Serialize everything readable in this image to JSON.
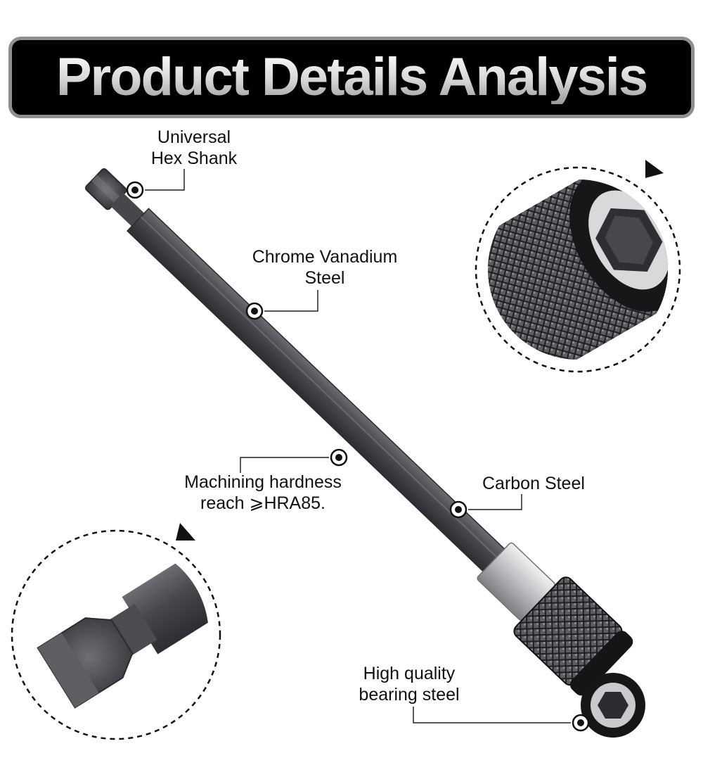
{
  "banner": {
    "title": "Product Details Analysis"
  },
  "callouts": {
    "hex_shank": {
      "line1": "Universal",
      "line2": "Hex Shank"
    },
    "chrome_vanadium": {
      "line1": "Chrome Vanadium",
      "line2": "Steel"
    },
    "machining_hardness": {
      "line1": "Machining hardness",
      "line2": "reach ⩾HRA85."
    },
    "carbon_steel": {
      "line1": "Carbon Steel"
    },
    "bearing_steel": {
      "line1": "High quality",
      "line2": "bearing steel"
    }
  },
  "colors": {
    "banner_bg": "#000000",
    "banner_border": "#8f8f8f",
    "shaft": "#3f4145",
    "knurl": "#1c1d1f",
    "sleeve": "#c9cbcd"
  },
  "icons": [
    "callout-dot-icon",
    "rotation-arrow-icon"
  ]
}
